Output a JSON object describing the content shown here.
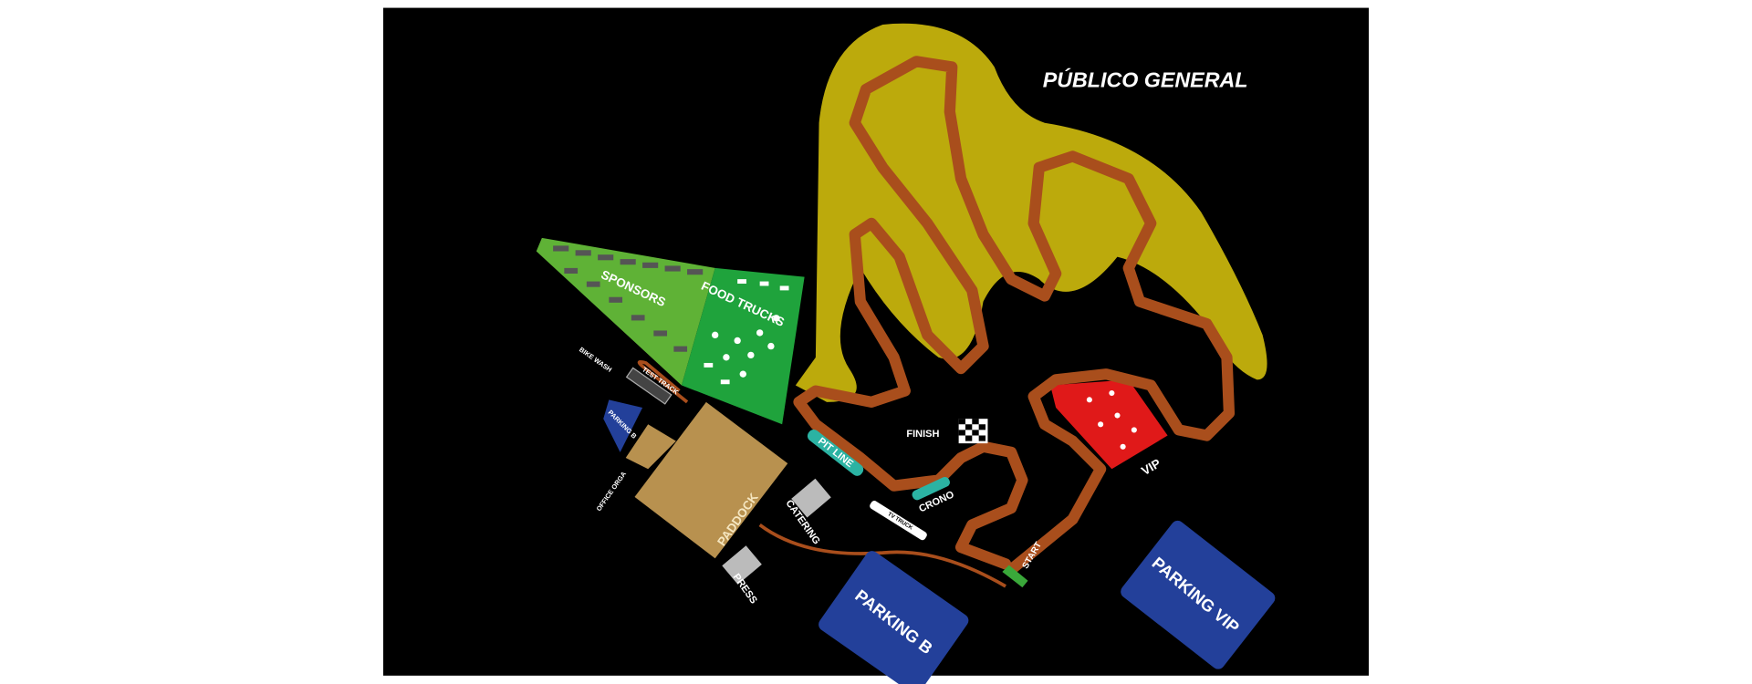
{
  "map": {
    "title": "PÚBLICO GENERAL",
    "zones": {
      "sponsors": "SPONSORS",
      "food_trucks": "FOOD TRUCKS",
      "bike_wash": "BIKE WASH",
      "test_track": "TEST TRACK",
      "parking_b_small": "PARKING B",
      "office_orga": "OFFICE ORGA",
      "paddock": "PADDOCK",
      "catering": "CATERING",
      "press": "PRESS",
      "pit_line": "PIT LINE",
      "finish": "FINISH",
      "crono": "CRONO",
      "tv_truck": "TV TRUCK",
      "start": "START",
      "vip": "VIP",
      "parking_b": "PARKING B",
      "parking_vip": "PARKING VIP"
    },
    "colors": {
      "background": "#000000",
      "track": "#a94e1c",
      "public_area": "#bcaa0c",
      "sponsors": "#5fb236",
      "food_trucks": "#1fa33c",
      "paddock": "#b8914f",
      "vip": "#e01919",
      "parking": "#23409a",
      "pit": "#2bb3a3",
      "start_line": "#3aa83a"
    }
  }
}
